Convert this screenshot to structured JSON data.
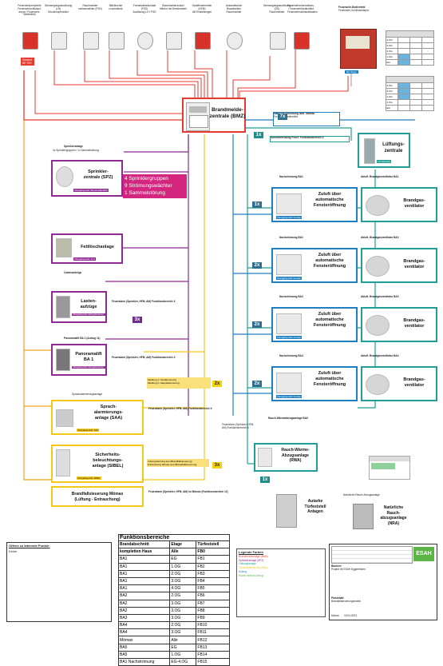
{
  "colors": {
    "red": "#e63a2f",
    "purple": "#8e2a91",
    "teal": "#1f9e96",
    "yellow": "#f3c81a",
    "blue": "#1d7fc1",
    "pink": "#d4267e",
    "green": "#5bb446",
    "gray": "#9a9a9a"
  },
  "top_devices": [
    {
      "title": "Feuerwehrperipherie",
      "desc": "Feuerwehrschlüssel-depot / Feuerwehr-Bedienfeld",
      "icon": "fire-alarm-bell-icon"
    },
    {
      "title": "Überwegungsauslösung (LH)",
      "desc": "Druckknopfmelder",
      "icon": "call-point-icon"
    },
    {
      "title": "Rauchmelder",
      "desc": "schlossmelder (FSD)",
      "icon": "key-switch-icon"
    },
    {
      "title": "Blitzleuchte",
      "desc": "Leuchtdiode",
      "icon": "beacon-icon"
    },
    {
      "title": "Fremdmeldekontakt (FKS)",
      "desc": "Auslösung LH / FSD",
      "icon": "siren-icon"
    },
    {
      "title": "Brandmeldersockel",
      "desc": "Mimtur mit Direktmelder",
      "icon": "sounder-icon"
    },
    {
      "title": "Handfeuermelder (HFM)",
      "desc": "AB Einstellungen",
      "icon": "manual-call-point-icon"
    },
    {
      "title": "Automatischer Brandmelder",
      "desc": "Rauchmelder",
      "icon": "smoke-detector-icon"
    },
    {
      "title": "Überwegungsauslösung (OS)",
      "desc": "Rauchmelder",
      "icon": "optical-detector-icon"
    },
    {
      "title": "Feuerwehrinformations- / Feuerwehrbedienfeld",
      "desc": "Feuerwehrschlüsselkasten",
      "icon": "fire-panel-icon"
    }
  ],
  "topright": {
    "title": "Feuerwehr-Bedienfeld",
    "desc": "Feuerwehr-Schlüsseldepot",
    "badge": "BC Wegn"
  },
  "left_badge": {
    "line1": "Standort:",
    "line2": "BS THS"
  },
  "bmz": {
    "label1": "Brandmelde-",
    "label2": "zentrale (BMZ)"
  },
  "x_labels": {
    "a": "7x",
    "b": "1x",
    "c": "3x",
    "d": "2x",
    "e": "3x",
    "f": "1x",
    "g": "2x",
    "h": "2x",
    "i": "2x",
    "j": "2x",
    "k": "1x"
  },
  "manual": {
    "text1": "Manuelle Schiebung über Tableau",
    "text2": "Feuerwehrbedienfeld",
    "text3": "Sammelmeldung Feuer: Funktionsbereich X"
  },
  "sprinkler": {
    "top": "Sprinkleranlage",
    "desc": "4x Sprinklergruppen / 1x Sammelstörung",
    "l1": "Sprinkler-",
    "l2": "zentrale (SPZ)",
    "g1": "4 Sprinklergruppen",
    "g2": "9 Strömungswächter",
    "g3": "1 Sammelstörung",
    "tag": "Übergabepunkt: Brandmelde/SPZ"
  },
  "fettloesch": {
    "l1": "Fettlöschanlage",
    "tag": "Übergabepunkt: FLA"
  },
  "lasten": {
    "top": "Lastenaufzüge",
    "l1": "Lasten-",
    "l2": "aufzüge",
    "tag": "Übergabepunkt: Aufzugsteuerung",
    "note": "Feueralarm (Sprinkler, HFM, AM) Funktionsbereich X"
  },
  "panorama": {
    "top": "Panoramalift BA 1 (Aufzug 11)",
    "l1": "Panoramalift",
    "l2": "BA 1",
    "tag": "Übergabepunkt: Aufzugsteuerung",
    "note": "Feueralarm (Sprinkler, HFM, AM) Funktionsbereich X"
  },
  "saa": {
    "top": "Sprachalarmierungsanlage",
    "l1": "Sprach-",
    "l2": "alarmierungs-",
    "l3": "anlage (SAA)",
    "tag": "Übergabepunkt: SAA",
    "note": "Feueralarm (Sprinkler, HFM, AM) Funktionsbereich X",
    "w1": "Meldung 1: Voralarmierung",
    "w2": "Meldung 2: Hauptalarmierung"
  },
  "sibel": {
    "l1": "Sicherheits-",
    "l2": "beleuchtungs-",
    "l3": "anlage (SIBEL)",
    "tag": "Übergabepunkt: SIBEL"
  },
  "moemax": {
    "l1": "Brandfallsteuerung Mömax",
    "l2": "(Lüftung - Entrauchung)",
    "n1": "Lüftung/Heizung aus (Brandfallsteuerung)",
    "n2": "Entrauchung Mömax aus (Brandfallsteuerung)",
    "n3": "Feueralarm (Sprinkler, HFM, AM) im Mömax (Funktionsbereich 12)"
  },
  "lueftung": {
    "l1": "Lüftungs-",
    "l2": "zentrale",
    "tag": "LÜ-Schrank"
  },
  "zuluft": [
    {
      "l1": "Zuluft über",
      "l2": "automatische",
      "l3": "Fensteröffnung",
      "title": "Nachströmung BA1",
      "tag": "Übergabepunkt: Fenster"
    },
    {
      "l1": "Zuluft über",
      "l2": "automatische",
      "l3": "Fensteröffnung",
      "title": "Nachströmung BA2",
      "tag": "Übergabepunkt: Fenster"
    },
    {
      "l1": "Zuluft über",
      "l2": "automatische",
      "l3": "Fensteröffnung",
      "title": "Nachströmung BA3",
      "tag": "Übergabepunkt: Fenster"
    },
    {
      "l1": "Zuluft über",
      "l2": "automatische",
      "l3": "Fensteröffnung",
      "title": "Nachströmung BA4",
      "tag": "Übergabepunkt: Fenster"
    }
  ],
  "brandgas": [
    {
      "l1": "Brandgas-",
      "l2": "ventilator",
      "title": "Abluft- Brandgasventilator BA1"
    },
    {
      "l1": "Brandgas-",
      "l2": "ventilator",
      "title": "Abluft- Brandgasventilator BA2"
    },
    {
      "l1": "Brandgas-",
      "l2": "ventilator",
      "title": "Abluft- Brandgasventilator BA3"
    },
    {
      "l1": "Brandgas-",
      "l2": "ventilator",
      "title": "Abluft- Brandgasventilator BA4"
    }
  ],
  "rwa": {
    "title": "Rauch-Wärmeabzugsanlage BA5",
    "l1": "Rauch-Wärme-",
    "l2": "Abzugsanlage",
    "l3": "(RWA)",
    "note": "Feueralarm (Sprinkler, HFM, AM) Funktionsbereich 5"
  },
  "autark": {
    "l1": "Autarke",
    "l2": "Türfeststell",
    "l3": "Anlagen"
  },
  "nra": {
    "top": "Natürliche Rauch-Abzugsanlage",
    "l1": "Natürliche",
    "l2": "Rauch-",
    "l3": "abzugsanlage",
    "l4": "(NRA)"
  },
  "funktionsbereiche": {
    "title": "Funktionsbereiche",
    "header": [
      "Brandabschnitt",
      "Etage",
      "Türfeststell"
    ],
    "subheader": [
      "kompletten Haus",
      "Alle",
      "FB0"
    ],
    "rows": [
      [
        "BA1",
        "EG",
        "FB1"
      ],
      [
        "BA1",
        "1.OG",
        "FB2"
      ],
      [
        "BA1",
        "2.OG",
        "FB3"
      ],
      [
        "BA1",
        "3.OG",
        "FB4"
      ],
      [
        "BA1",
        "4.OG",
        "FB5"
      ],
      [
        "BA2",
        "2.OG",
        "FB6"
      ],
      [
        "BA2",
        "3.OG",
        "FB7"
      ],
      [
        "BA2",
        "3.OG",
        "FB8"
      ],
      [
        "BA3",
        "3.OG",
        "FB9"
      ],
      [
        "BA4",
        "2.OG",
        "FB10"
      ],
      [
        "BA4",
        "3.OG",
        "FB11"
      ],
      [
        "Mömax",
        "Alle",
        "FB12"
      ],
      [
        "BA5",
        "EG",
        "FB13"
      ],
      [
        "BA5",
        "1.OG",
        "FB14"
      ],
      [
        "BA1 Nachströmung",
        "EG-4.OG",
        "FB15"
      ]
    ]
  },
  "legend": {
    "title": "Legende Farben",
    "items": [
      {
        "t": "Brandmeldeanlage (BMA)",
        "c": "#e63a2f"
      },
      {
        "t": "Sprinkleranlage (SPZ)",
        "c": "#8e2a91"
      },
      {
        "t": "Lüftungsanlage",
        "c": "#1f9e96"
      },
      {
        "t": "Sprachalarmierung (SAA)",
        "c": "#f3c81a"
      },
      {
        "t": "Aufzug",
        "c": "#1d7fc1"
      },
      {
        "t": "Rauch-Wärme-Abzug",
        "c": "#5bb446"
      }
    ]
  },
  "titleblock": {
    "company": "ESAH",
    "proj_label": "Bauherr:",
    "proj": "Projekt Ihr ESAH Eggenfelden",
    "plan_label": "Planinhalt:",
    "plan": "Brandfallsteuerungsmatrix",
    "index_label": "Index",
    "date_label": "Datum:",
    "date": "15.04.2023"
  },
  "notes_label": "Offene zu klärende Punkte:",
  "notes_sub": "Keine"
}
